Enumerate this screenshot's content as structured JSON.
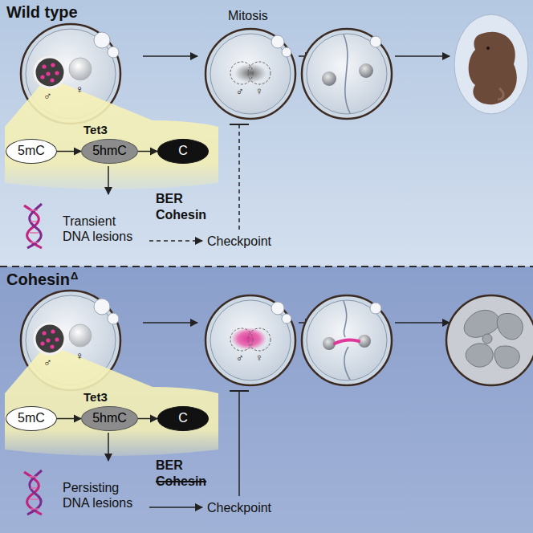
{
  "diagram": {
    "nodes": [
      {
        "text": [
          "Wild type"
        ]
      },
      {
        "text": [
          "5mC"
        ],
        "in": 0
      },
      {
        "text": [
          "5hmC"
        ],
        "in": 0
      },
      {
        "text": [
          "C"
        ],
        "in": 0
      },
      {
        "text": [
          "Cohesin",
          "Δ"
        ]
      },
      {
        "text": [
          "5mC"
        ],
        "in": 4
      },
      {
        "text": [
          "5hmC"
        ],
        "in": 4
      },
      {
        "text": [
          "C"
        ],
        "in": 4
      }
    ],
    "edges": [
      {
        "from": 1,
        "to": 2,
        "arrow": "to",
        "label": "Tet3"
      },
      {
        "from": 2,
        "to": 3,
        "arrow": "to"
      },
      {
        "from": 5,
        "to": 6,
        "arrow": "to",
        "label": "Tet3"
      },
      {
        "from": 6,
        "to": 7,
        "arrow": "to"
      }
    ],
    "labels": [
      "Mitosis",
      "♂",
      "♀",
      "♂",
      "♀",
      "Transient DNA lesions",
      "BER",
      "Cohesin",
      "Checkpoint",
      "♂",
      "♀",
      "♂",
      "♀",
      "Persisting DNA lesions",
      "BER",
      "Cohesin",
      "Checkpoint"
    ]
  }
}
